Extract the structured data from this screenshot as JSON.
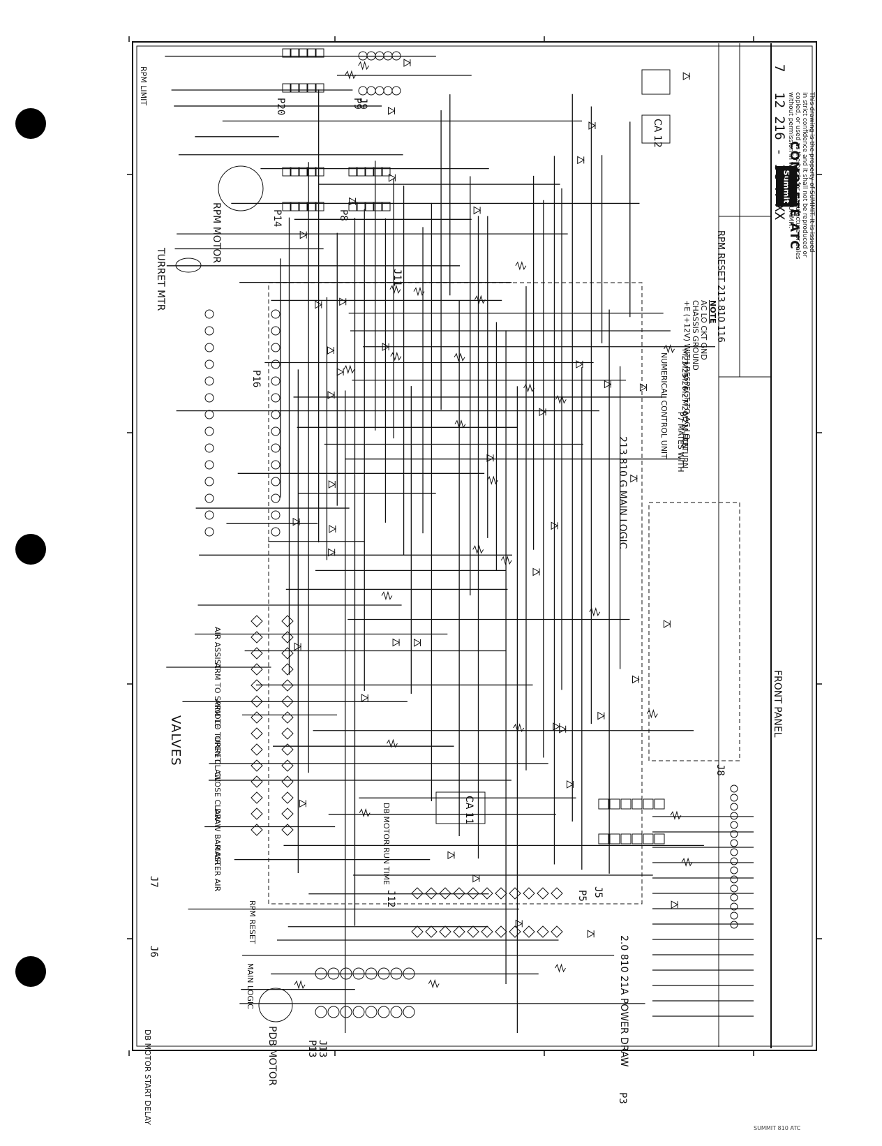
{
  "title_block": {
    "company": "Summit",
    "title": "COMPLETE ATC",
    "drawing_number": "12 216 - 3C X XX",
    "sheet": "7",
    "proprietary_notice": "This drawing is the property of SUMMIT. It is issued in strict confidence and it shall not be reproduced or copied, or used as the basis for manufacture or sales without permission in writing from SUMMIT.",
    "note_heading": "NOTE",
    "notes": [
      "AC LO CKT GND",
      "CHASSIS GROUND",
      "+E (+12V) WITH RESPECT TO AC LO"
    ],
    "rpm_reset": "RPM RESET  213 810 116"
  },
  "labels": {
    "valves": "VALVES",
    "rpm_motor": "RPM MOTOR",
    "pdb_motor": "PDB MOTOR",
    "turret_motor": "TURRET MTR",
    "rpm_limit": "RPM LIMIT",
    "main_logic": "MAIN LOGIC",
    "main_logic_board": "213 810 G MAIN LOGIC",
    "power_draw": "2.0 810 21A POWER DRAW",
    "front_panel": "FRONT PANEL",
    "numerical_control": "NUMERICAL CONTROL UNIT",
    "p7_mates": "P7 MATES WITH",
    "db_motor_run_time": "DB MOTOR RUN TIME",
    "pdb_motor_start_delay": "DB MOTOR START DELAY",
    "rpm_reset_label": "RPM RESET",
    "ca11": "CA 11",
    "ca12": "CA 12"
  },
  "valves": [
    "MASTER AIR",
    "DRAW BAR AIR",
    "CLOSE CLAW",
    "OPEN CLAW",
    "ARM TO TURRET",
    "ARM TO SPINDLE",
    "AIR ASSIST"
  ],
  "connectors": {
    "j5": "J5",
    "j6": "J6",
    "j7": "J7",
    "j8": "J8",
    "j9": "J9",
    "j11": "J11",
    "j12": "J12",
    "j13": "J13",
    "p3": "P3",
    "p5": "P5",
    "p8": "P8",
    "p9": "P9",
    "p13": "P13",
    "p14": "P14",
    "p16": "P16",
    "p20": "P20"
  },
  "nc_codes": [
    "M23",
    "M25",
    "M26",
    "M27",
    "M20",
    "M21",
    "M FCN",
    "RETURN"
  ],
  "footer": "SUMMIT 810 ATC"
}
